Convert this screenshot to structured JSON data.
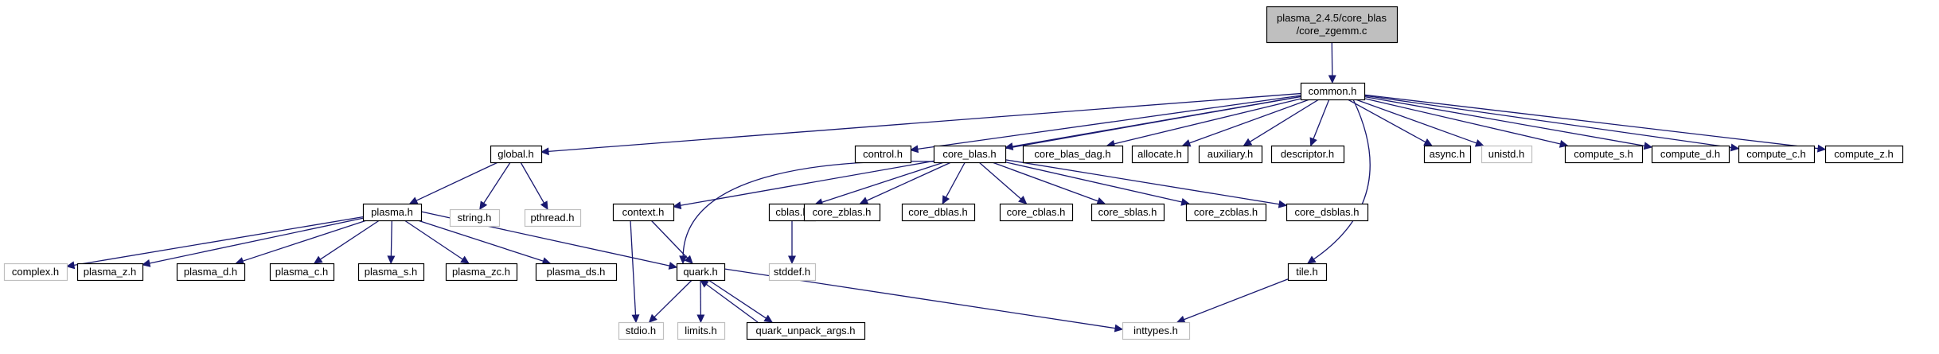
{
  "colors": {
    "edge": "#191970",
    "root_fill": "#bfbfbf",
    "node_border": "#000000",
    "missing_border": "#bfbfbf",
    "missing_text": "#8c8c8c",
    "node_fill": "#ffffff"
  },
  "nodes": [
    {
      "id": "root",
      "lines": [
        "plasma_2.4.5/core_blas",
        "/core_zgemm.c"
      ],
      "style": "root"
    },
    {
      "id": "common",
      "lines": [
        "common.h"
      ],
      "style": "normal"
    },
    {
      "id": "global",
      "lines": [
        "global.h"
      ],
      "style": "normal"
    },
    {
      "id": "control",
      "lines": [
        "control.h"
      ],
      "style": "normal"
    },
    {
      "id": "core_blas",
      "lines": [
        "core_blas.h"
      ],
      "style": "normal"
    },
    {
      "id": "core_blas_dag",
      "lines": [
        "core_blas_dag.h"
      ],
      "style": "normal"
    },
    {
      "id": "allocate",
      "lines": [
        "allocate.h"
      ],
      "style": "normal"
    },
    {
      "id": "auxiliary",
      "lines": [
        "auxiliary.h"
      ],
      "style": "normal"
    },
    {
      "id": "descriptor",
      "lines": [
        "descriptor.h"
      ],
      "style": "normal"
    },
    {
      "id": "async",
      "lines": [
        "async.h"
      ],
      "style": "normal"
    },
    {
      "id": "unistd",
      "lines": [
        "unistd.h"
      ],
      "style": "missing"
    },
    {
      "id": "compute_s",
      "lines": [
        "compute_s.h"
      ],
      "style": "normal"
    },
    {
      "id": "compute_d",
      "lines": [
        "compute_d.h"
      ],
      "style": "normal"
    },
    {
      "id": "compute_c",
      "lines": [
        "compute_c.h"
      ],
      "style": "normal"
    },
    {
      "id": "compute_z",
      "lines": [
        "compute_z.h"
      ],
      "style": "normal"
    },
    {
      "id": "plasma",
      "lines": [
        "plasma.h"
      ],
      "style": "normal"
    },
    {
      "id": "string",
      "lines": [
        "string.h"
      ],
      "style": "missing"
    },
    {
      "id": "pthread",
      "lines": [
        "pthread.h"
      ],
      "style": "missing"
    },
    {
      "id": "context",
      "lines": [
        "context.h"
      ],
      "style": "normal"
    },
    {
      "id": "cblas",
      "lines": [
        "cblas.h"
      ],
      "style": "normal"
    },
    {
      "id": "core_zblas",
      "lines": [
        "core_zblas.h"
      ],
      "style": "normal"
    },
    {
      "id": "core_dblas",
      "lines": [
        "core_dblas.h"
      ],
      "style": "normal"
    },
    {
      "id": "core_cblas",
      "lines": [
        "core_cblas.h"
      ],
      "style": "normal"
    },
    {
      "id": "core_sblas",
      "lines": [
        "core_sblas.h"
      ],
      "style": "normal"
    },
    {
      "id": "core_zcblas",
      "lines": [
        "core_zcblas.h"
      ],
      "style": "normal"
    },
    {
      "id": "core_dsblas",
      "lines": [
        "core_dsblas.h"
      ],
      "style": "normal"
    },
    {
      "id": "complex",
      "lines": [
        "complex.h"
      ],
      "style": "missing"
    },
    {
      "id": "plasma_z",
      "lines": [
        "plasma_z.h"
      ],
      "style": "normal"
    },
    {
      "id": "plasma_d",
      "lines": [
        "plasma_d.h"
      ],
      "style": "normal"
    },
    {
      "id": "plasma_c",
      "lines": [
        "plasma_c.h"
      ],
      "style": "normal"
    },
    {
      "id": "plasma_s",
      "lines": [
        "plasma_s.h"
      ],
      "style": "normal"
    },
    {
      "id": "plasma_zc",
      "lines": [
        "plasma_zc.h"
      ],
      "style": "normal"
    },
    {
      "id": "plasma_ds",
      "lines": [
        "plasma_ds.h"
      ],
      "style": "normal"
    },
    {
      "id": "quark",
      "lines": [
        "quark.h"
      ],
      "style": "normal"
    },
    {
      "id": "stddef",
      "lines": [
        "stddef.h"
      ],
      "style": "missing"
    },
    {
      "id": "tile",
      "lines": [
        "tile.h"
      ],
      "style": "normal"
    },
    {
      "id": "stdio",
      "lines": [
        "stdio.h"
      ],
      "style": "missing"
    },
    {
      "id": "limits",
      "lines": [
        "limits.h"
      ],
      "style": "missing"
    },
    {
      "id": "quark_unpack_args",
      "lines": [
        "quark_unpack_args.h"
      ],
      "style": "normal"
    },
    {
      "id": "inttypes",
      "lines": [
        "inttypes.h"
      ],
      "style": "missing"
    }
  ],
  "edges": [
    [
      "root",
      "common"
    ],
    [
      "common",
      "global"
    ],
    [
      "common",
      "control"
    ],
    [
      "common",
      "core_blas"
    ],
    [
      "common",
      "core_blas_dag"
    ],
    [
      "common",
      "allocate"
    ],
    [
      "common",
      "auxiliary"
    ],
    [
      "common",
      "descriptor"
    ],
    [
      "common",
      "async"
    ],
    [
      "common",
      "unistd"
    ],
    [
      "common",
      "compute_s"
    ],
    [
      "common",
      "compute_d"
    ],
    [
      "common",
      "compute_c"
    ],
    [
      "common",
      "compute_z"
    ],
    [
      "common",
      "context"
    ],
    [
      "common",
      "tile"
    ],
    [
      "global",
      "plasma"
    ],
    [
      "global",
      "string"
    ],
    [
      "global",
      "pthread"
    ],
    [
      "plasma",
      "complex"
    ],
    [
      "plasma",
      "plasma_z"
    ],
    [
      "plasma",
      "plasma_d"
    ],
    [
      "plasma",
      "plasma_c"
    ],
    [
      "plasma",
      "plasma_s"
    ],
    [
      "plasma",
      "plasma_zc"
    ],
    [
      "plasma",
      "plasma_ds"
    ],
    [
      "plasma",
      "quark"
    ],
    [
      "core_blas",
      "cblas"
    ],
    [
      "core_blas",
      "core_zblas"
    ],
    [
      "core_blas",
      "core_dblas"
    ],
    [
      "core_blas",
      "core_cblas"
    ],
    [
      "core_blas",
      "core_sblas"
    ],
    [
      "core_blas",
      "core_zcblas"
    ],
    [
      "core_blas",
      "core_dsblas"
    ],
    [
      "core_blas",
      "quark"
    ],
    [
      "cblas",
      "stddef"
    ],
    [
      "context",
      "quark"
    ],
    [
      "context",
      "stdio"
    ],
    [
      "quark",
      "stdio"
    ],
    [
      "quark",
      "limits"
    ],
    [
      "quark",
      "quark_unpack_args"
    ],
    [
      "quark",
      "inttypes"
    ],
    [
      "quark_unpack_args",
      "quark"
    ],
    [
      "tile",
      "inttypes"
    ]
  ]
}
